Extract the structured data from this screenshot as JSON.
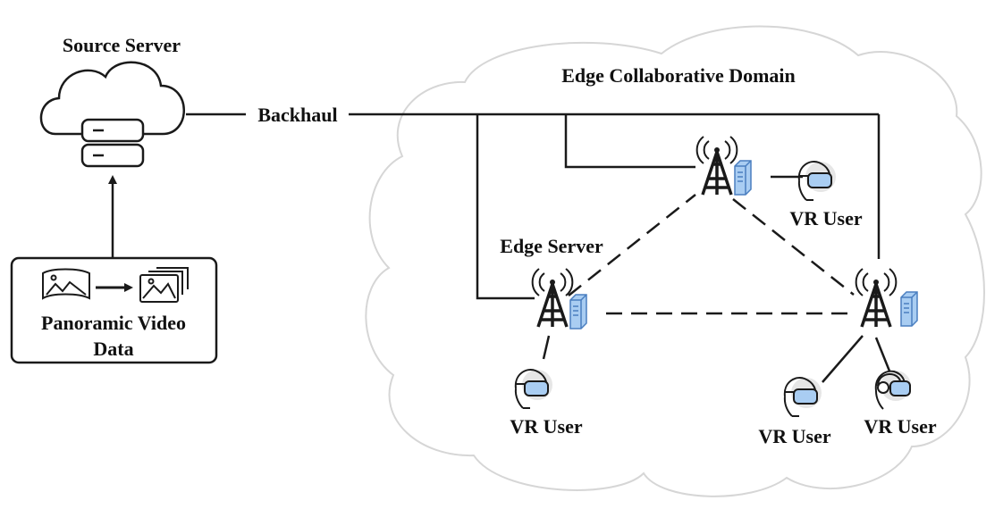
{
  "labels": {
    "source_server": "Source Server",
    "edge_domain": "Edge Collaborative Domain",
    "backhaul": "Backhaul",
    "edge_server": "Edge Server",
    "data_box_line1": "Panoramic Video",
    "data_box_line2": "Data",
    "vr_user_top": "VR User",
    "vr_user_left": "VR User",
    "vr_user_right_a": "VR User",
    "vr_user_right_b": "VR User"
  },
  "colors": {
    "line": "#1a1a1a",
    "cloud_outline": "#d6d6d6",
    "device_fill": "#a9cdf2",
    "device_stroke": "#4a7fc0",
    "headset_fill": "#a9cdf2"
  },
  "icons": {
    "source": "cloud-server-icon",
    "panorama": "panorama-icon",
    "images": "image-stack-icon",
    "tower": "antenna-tower-icon",
    "edge_device": "edge-server-icon",
    "user": "vr-headset-user-icon"
  }
}
